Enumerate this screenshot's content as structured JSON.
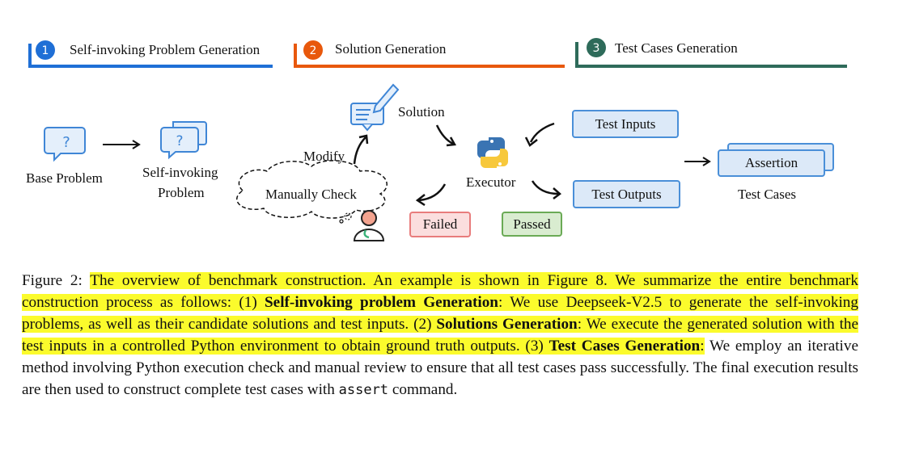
{
  "stages": [
    {
      "number": "1",
      "label": "Self-invoking Problem Generation",
      "color": "#1f6fd6"
    },
    {
      "number": "2",
      "label": "Solution Generation",
      "color": "#e8580c"
    },
    {
      "number": "3",
      "label": "Test Cases Generation",
      "color": "#2e6b5a"
    }
  ],
  "nodes": {
    "base_problem": "Base Problem",
    "self_invoking_line1": "Self-invoking",
    "self_invoking_line2": "Problem",
    "solution": "Solution",
    "modify": "Modify",
    "manually_check": "Manually Check",
    "executor": "Executor",
    "failed": "Failed",
    "passed": "Passed",
    "test_inputs": "Test Inputs",
    "test_outputs": "Test Outputs",
    "assertion": "Assertion",
    "test_cases": "Test Cases"
  },
  "caption": {
    "figure_label": "Figure 2:",
    "s1": "The overview of benchmark construction. An example is shown in Figure 8. We summarize the entire benchmark construction process as follows: (1) ",
    "b1": "Self-invoking problem Generation",
    "s2": ": We use Deepseek-V2.5 to generate the self-invoking problems, as well as their candidate solutions and test inputs. (2) ",
    "b2": "Solutions Generation",
    "s3": ": We execute the generated solution with the test inputs in a controlled Python environment to obtain ground truth outputs. (3) ",
    "b3": "Test Cases Generation",
    "s4": ":",
    "s5": " We employ an iterative method involving Python execution check and manual review to ensure that all test cases pass successfully. The final execution results are then used to construct complete test cases with ",
    "code": "assert",
    "s6": " command."
  }
}
